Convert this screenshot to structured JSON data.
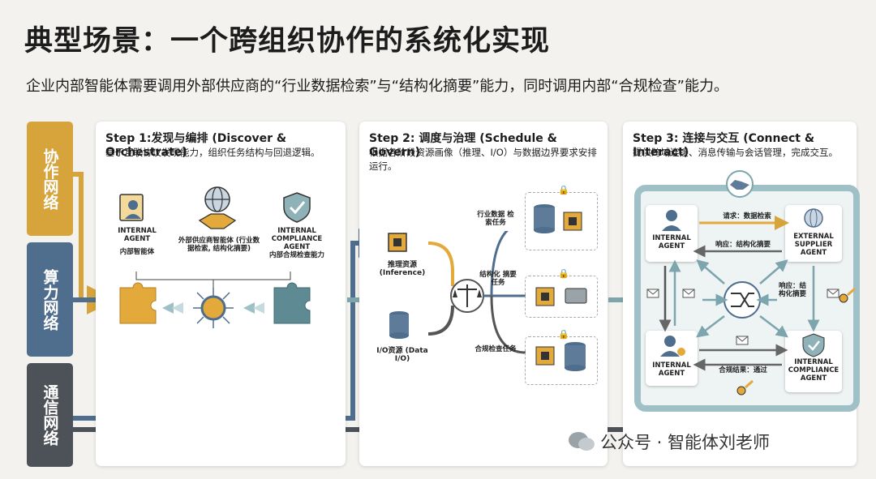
{
  "title": "典型场景：一个跨组织协作的系统化实现",
  "subtitle": "企业内部智能体需要调用外部供应商的“行业数据检索”与“结构化摘要”能力，同时调用内部“合规检查”能力。",
  "layers": {
    "collab": "协作网络",
    "compute": "算力网络",
    "comm": "通信网络"
  },
  "step1": {
    "title": "Step 1:发现与编排 (Discover & Orchestrate)",
    "desc": "基于互联协议发现能力，组织任务结构与回退逻辑。",
    "internal_agent_en": "INTERNAL AGENT",
    "internal_agent_cn": "内部智能体",
    "supplier_agent": "外部供应商智能体 (行业数据检索, 结构化摘要)",
    "compliance_en": "INTERNAL COMPLIANCE AGENT",
    "compliance_cn": "内部合规检查能力"
  },
  "step2": {
    "title": "Step 2: 调度与治理 (Schedule & Govern)",
    "desc": "根据各阶段资源画像（推理、I/O）与数据边界要求安排运行。",
    "inference": "推理资源 (Inference)",
    "dataio": "I/O资源 (Data I/O)",
    "task1": "行业数据 检索任务",
    "task2": "结构化 摘要任务",
    "task3": "合规检查任务"
  },
  "step3": {
    "title": "Step 3: 连接与交互 (Connect & Interact)",
    "desc": "提供跨域连接、消息传输与会话管理，完成交互。",
    "internal_agent_tl": "INTERNAL AGENT",
    "supplier_agent": "EXTERNAL SUPPLIER AGENT",
    "internal_agent_bl": "INTERNAL AGENT",
    "compliance_agent": "INTERNAL COMPLIANCE AGENT",
    "request": "请求：数据检索",
    "response1": "响应：结构化摘要",
    "response2": "响应：结构化摘要",
    "result": "合规结果：通过"
  },
  "watermark": "公众号 · 智能体刘老师",
  "colors": {
    "collab": "#d6a43a",
    "compute": "#4f6d8c",
    "comm": "#4c5257",
    "teal": "#7da5ae",
    "chip": "#e3a93b"
  }
}
